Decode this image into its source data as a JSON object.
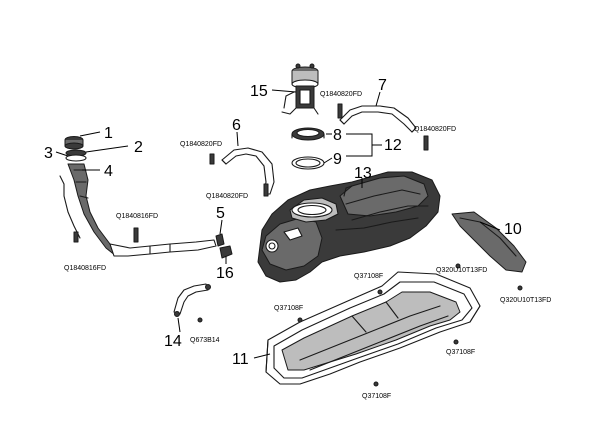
{
  "callouts": [
    "1",
    "2",
    "3",
    "4",
    "5",
    "6",
    "7",
    "8",
    "9",
    "10",
    "11",
    "12",
    "13",
    "14",
    "15",
    "16"
  ],
  "codes": {
    "bolt_15": "Q1840820FD",
    "bolt_6_top": "Q1840820FD",
    "bolt_6_bottom": "Q1840820FD",
    "bolt_7": "Q1840820FD",
    "bolt_filler": "Q1840816FD",
    "bolt_filler_low": "Q1840816FD",
    "bolt_10_a": "Q320U10T13FD",
    "bolt_10_b": "Q320U10T13FD",
    "bolt_11_top": "Q37108F",
    "bolt_11_left": "Q37108F",
    "bolt_11_right": "Q37108F",
    "bolt_11_bottom": "Q37108F",
    "bolt_14": "Q673B14"
  }
}
